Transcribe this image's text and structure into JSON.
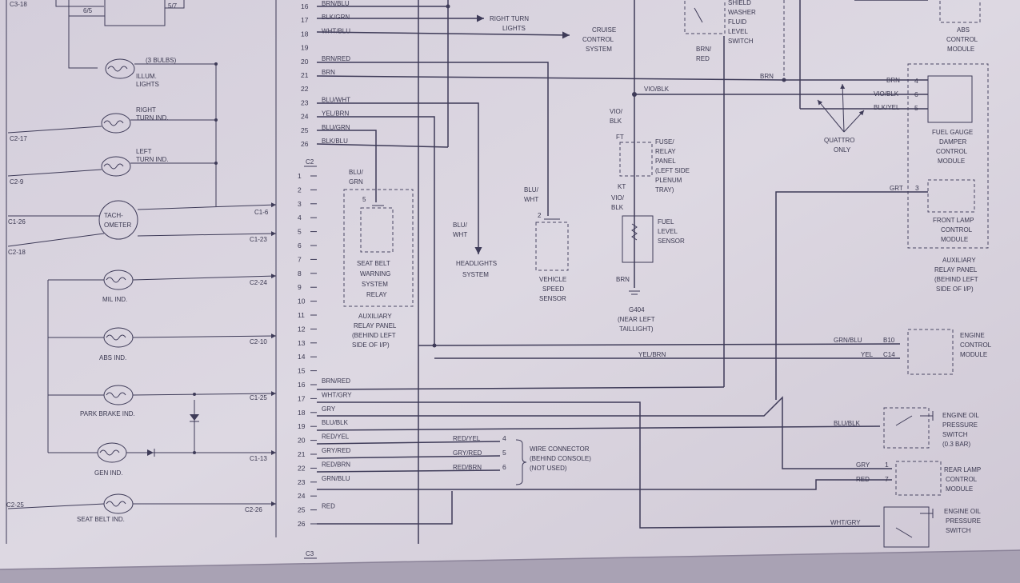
{
  "colors": {
    "paper": "#d8d2de",
    "ink": "#3e3b58",
    "bg": "#a9a2b4"
  },
  "top_clip": {
    "left": "C3-18",
    "pin_65": "6/5",
    "pin_57": "5/7"
  },
  "connectors": {
    "c2": {
      "header": "C2",
      "top_pins": [
        {
          "n": "16",
          "wire": "BRN/BLU"
        },
        {
          "n": "17",
          "wire": "BLK/GRN"
        },
        {
          "n": "18",
          "wire": "WHT/BLU"
        },
        {
          "n": "19",
          "wire": ""
        },
        {
          "n": "20",
          "wire": "BRN/RED"
        },
        {
          "n": "21",
          "wire": "BRN"
        },
        {
          "n": "22",
          "wire": ""
        },
        {
          "n": "23",
          "wire": "BLU/WHT"
        },
        {
          "n": "24",
          "wire": "YEL/BRN"
        },
        {
          "n": "25",
          "wire": "BLU/GRN"
        },
        {
          "n": "26",
          "wire": "BLK/BLU"
        }
      ]
    },
    "c3": {
      "header": "C3",
      "pins": [
        {
          "n": "1",
          "wire": ""
        },
        {
          "n": "2",
          "wire": ""
        },
        {
          "n": "3",
          "wire": ""
        },
        {
          "n": "4",
          "wire": ""
        },
        {
          "n": "5",
          "wire": ""
        },
        {
          "n": "6",
          "wire": ""
        },
        {
          "n": "7",
          "wire": ""
        },
        {
          "n": "8",
          "wire": ""
        },
        {
          "n": "9",
          "wire": ""
        },
        {
          "n": "10",
          "wire": ""
        },
        {
          "n": "11",
          "wire": ""
        },
        {
          "n": "12",
          "wire": ""
        },
        {
          "n": "13",
          "wire": ""
        },
        {
          "n": "14",
          "wire": ""
        },
        {
          "n": "15",
          "wire": ""
        },
        {
          "n": "16",
          "wire": "BRN/RED"
        },
        {
          "n": "17",
          "wire": "WHT/GRY"
        },
        {
          "n": "18",
          "wire": "GRY"
        },
        {
          "n": "19",
          "wire": "BLU/BLK"
        },
        {
          "n": "20",
          "wire": "RED/YEL"
        },
        {
          "n": "21",
          "wire": "GRY/RED"
        },
        {
          "n": "22",
          "wire": "RED/BRN"
        },
        {
          "n": "23",
          "wire": "GRN/BLU"
        },
        {
          "n": "24",
          "wire": ""
        },
        {
          "n": "25",
          "wire": "RED"
        },
        {
          "n": "26",
          "wire": ""
        }
      ]
    }
  },
  "cluster": {
    "illum": {
      "count": "(3 BULBS)",
      "label1": "ILLUM.",
      "label2": "LIGHTS"
    },
    "right_turn": {
      "label1": "RIGHT",
      "label2": "TURN IND.",
      "conn": "C2-17"
    },
    "left_turn": {
      "label1": "LEFT",
      "label2": "TURN IND.",
      "conn": "C2-9"
    },
    "tach": {
      "label1": "TACH-",
      "label2": "OMETER",
      "left1": "C1-26",
      "left2": "C2-18",
      "right1": "C1-6",
      "right2": "C1-23"
    },
    "mil": {
      "label": "MIL IND.",
      "conn": "C2-24"
    },
    "abs": {
      "label": "ABS IND.",
      "conn": "C2-10"
    },
    "park": {
      "label": "PARK BRAKE IND.",
      "conn": "C1-25"
    },
    "gen": {
      "label": "GEN IND.",
      "conn": "C1-13"
    },
    "seat": {
      "label": "SEAT BELT IND.",
      "left": "C2-25",
      "conn": "C2-26"
    }
  },
  "components": {
    "right_turn_lights": [
      "RIGHT TURN",
      "LIGHTS"
    ],
    "cruise": [
      "CRUISE",
      "CONTROL",
      "SYSTEM"
    ],
    "washer": [
      "SHIELD",
      "WASHER",
      "FLUID",
      "LEVEL",
      "SWITCH"
    ],
    "washer_wire": [
      "BRN/",
      "RED"
    ],
    "abs_module": [
      "ABS",
      "CONTROL",
      "MODULE"
    ],
    "fuse_panel": [
      "FUSE/",
      "RELAY",
      "PANEL",
      "(LEFT SIDE",
      "PLENUM",
      "TRAY)"
    ],
    "fuse_ft": "FT",
    "fuse_kt": "KT",
    "vio_blk": [
      "VIO/",
      "BLK"
    ],
    "vio_blk_main": "VIO/BLK",
    "fuel_sensor": [
      "FUEL",
      "LEVEL",
      "SENSOR"
    ],
    "ground": [
      "BRN",
      "G404",
      "(NEAR LEFT",
      "TAILLIGHT)"
    ],
    "seat_relay": [
      "SEAT BELT",
      "WARNING",
      "SYSTEM",
      "RELAY"
    ],
    "seat_relay_wire": [
      "BLU/",
      "GRN"
    ],
    "seat_relay_pin": "5",
    "aux_relay_panel_1": [
      "AUXILIARY",
      "RELAY PANEL",
      "(BEHIND LEFT",
      "SIDE OF I/P)"
    ],
    "headlights": [
      "HEADLIGHTS",
      "SYSTEM"
    ],
    "headlights_wire": [
      "BLU/",
      "WHT"
    ],
    "vss": [
      "VEHICLE",
      "SPEED",
      "SENSOR"
    ],
    "vss_wire": [
      "BLU/",
      "WHT"
    ],
    "vss_pin": "2",
    "fuel_damper": [
      "FUEL GAUGE",
      "DAMPER",
      "CONTROL",
      "MODULE"
    ],
    "fuel_damper_pins": [
      "4",
      "6",
      "5"
    ],
    "fuel_damper_wires": [
      "BRN",
      "VIO/BLK",
      "BLK/YEL"
    ],
    "quattro": [
      "QUATTRO",
      "ONLY"
    ],
    "front_lamp": [
      "FRONT LAMP",
      "CONTROL",
      "MODULE"
    ],
    "front_lamp_wire": "GRT",
    "front_lamp_pin": "3",
    "aux_relay_panel_2": [
      "AUXILIARY",
      "RELAY PANEL",
      "(BEHIND LEFT",
      "SIDE OF I/P)"
    ],
    "ecm": [
      "ENGINE",
      "CONTROL",
      "MODULE"
    ],
    "ecm_wires": [
      "GRN/BLU",
      "YEL",
      "YEL/BRN"
    ],
    "ecm_pins": [
      "B10",
      "C14"
    ],
    "oil1": [
      "ENGINE OIL",
      "PRESSURE",
      "SWITCH",
      "(0.3 BAR)"
    ],
    "oil1_wire": "BLU/BLK",
    "rear_lamp": [
      "REAR LAMP",
      "CONTROL",
      "MODULE"
    ],
    "rear_lamp_wires": [
      "GRY",
      "RED"
    ],
    "rear_lamp_pins": [
      "1",
      "7"
    ],
    "oil2": [
      "ENGINE OIL",
      "PRESSURE",
      "SWITCH"
    ],
    "oil2_wire": "WHT/GRY",
    "wire_connector": [
      "WIRE CONNECTOR",
      "(BEHIND CONSOLE)",
      "(NOT USED)"
    ],
    "wc_wires": [
      "RED/YEL",
      "GRY/RED",
      "RED/BRN"
    ],
    "wc_pins": [
      "4",
      "5",
      "6"
    ]
  }
}
